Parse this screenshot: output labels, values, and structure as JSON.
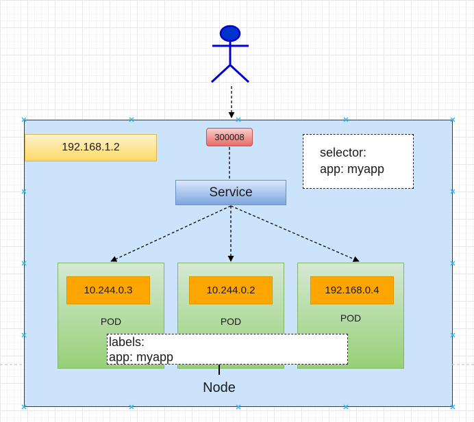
{
  "node": {
    "caption": "Node",
    "host_ip": "192.168.1.2"
  },
  "service": {
    "label": "Service",
    "node_port": "300008"
  },
  "selector": {
    "line1": "selector:",
    "line2": "app: myapp"
  },
  "pods": [
    {
      "ip": "10.244.0.3",
      "label": "POD"
    },
    {
      "ip": "10.244.0.2",
      "label": "POD"
    },
    {
      "ip": "192.168.0.4",
      "label": "POD"
    }
  ],
  "labels": {
    "line1": "labels:",
    "line2": "app: myapp"
  },
  "icons": {
    "user": "stick-figure-user-icon"
  },
  "colors": {
    "node_fill": "#cce4fb",
    "service_fill": "#7ea6e0",
    "pod_fill": "#97d077",
    "pod_ip_fill": "#ffa500",
    "port_fill": "#ea6b66",
    "host_ip_fill": "#ffd966",
    "actor": "#0000cc"
  }
}
